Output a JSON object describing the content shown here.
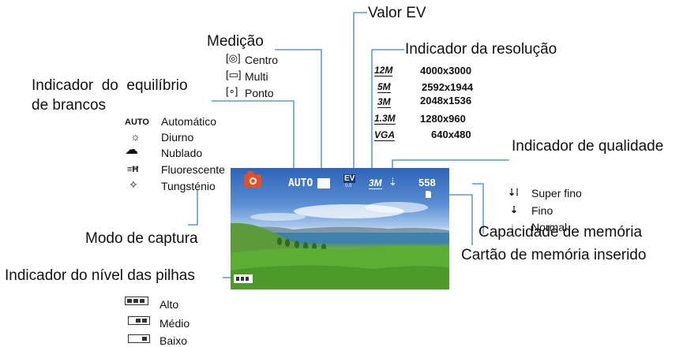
{
  "labels": {
    "valor_ev": "Valor EV",
    "medicao": "Medição",
    "indicador_resolucao": "Indicador da resolução",
    "equilibrio_line1": "Indicador  do  equilíbrio",
    "equilibrio_line2": "de brancos",
    "indicador_qualidade": "Indicador de qualidade",
    "modo_captura": "Modo de captura",
    "capacidade_memoria": "Capacidade de memória",
    "cartao_memoria": "Cartão de memória inserido",
    "nivel_pilhas": "Indicador do nível das pilhas"
  },
  "metering": [
    {
      "icon": "center-metering-icon",
      "label": "Centro"
    },
    {
      "icon": "multi-metering-icon",
      "label": "Multi"
    },
    {
      "icon": "spot-metering-icon",
      "label": "Ponto"
    }
  ],
  "resolution": [
    {
      "code": "12M",
      "value": "4000x3000"
    },
    {
      "code": "5M",
      "value": "2592x1944"
    },
    {
      "code": "3M",
      "value": "2048x1536"
    },
    {
      "code": "1.3M",
      "value": "1280x960"
    },
    {
      "code": "VGA",
      "value": "640x480"
    }
  ],
  "white_balance": [
    {
      "icon": "auto-text-icon",
      "icon_text": "AUTO",
      "label": "Automático"
    },
    {
      "icon": "sun-icon",
      "label": "Diurno"
    },
    {
      "icon": "cloud-icon",
      "label": "Nublado"
    },
    {
      "icon": "fluorescent-icon",
      "label": "Fluorescente"
    },
    {
      "icon": "bulb-icon",
      "label": "Tungsténio"
    }
  ],
  "quality": [
    {
      "icon": "super-fine-icon",
      "label": "Super fino"
    },
    {
      "icon": "fine-icon",
      "label": "Fino"
    },
    {
      "icon": "normal-icon",
      "label": "Normal"
    }
  ],
  "battery": [
    {
      "icon": "battery-high-icon",
      "label": "Alto"
    },
    {
      "icon": "battery-medium-icon",
      "label": "Médio"
    },
    {
      "icon": "battery-low-icon",
      "label": "Baixo"
    }
  ],
  "screen": {
    "wb_text": "AUTO",
    "ev_text": "EV",
    "ev_value": "0.0",
    "res_text": "3M",
    "shots_remaining": "558"
  },
  "colors": {
    "leader_line": "#3a86c8",
    "camera_icon": "#e2502a",
    "sky_top": "#3a6fc0",
    "grass": "#5aa83a"
  }
}
